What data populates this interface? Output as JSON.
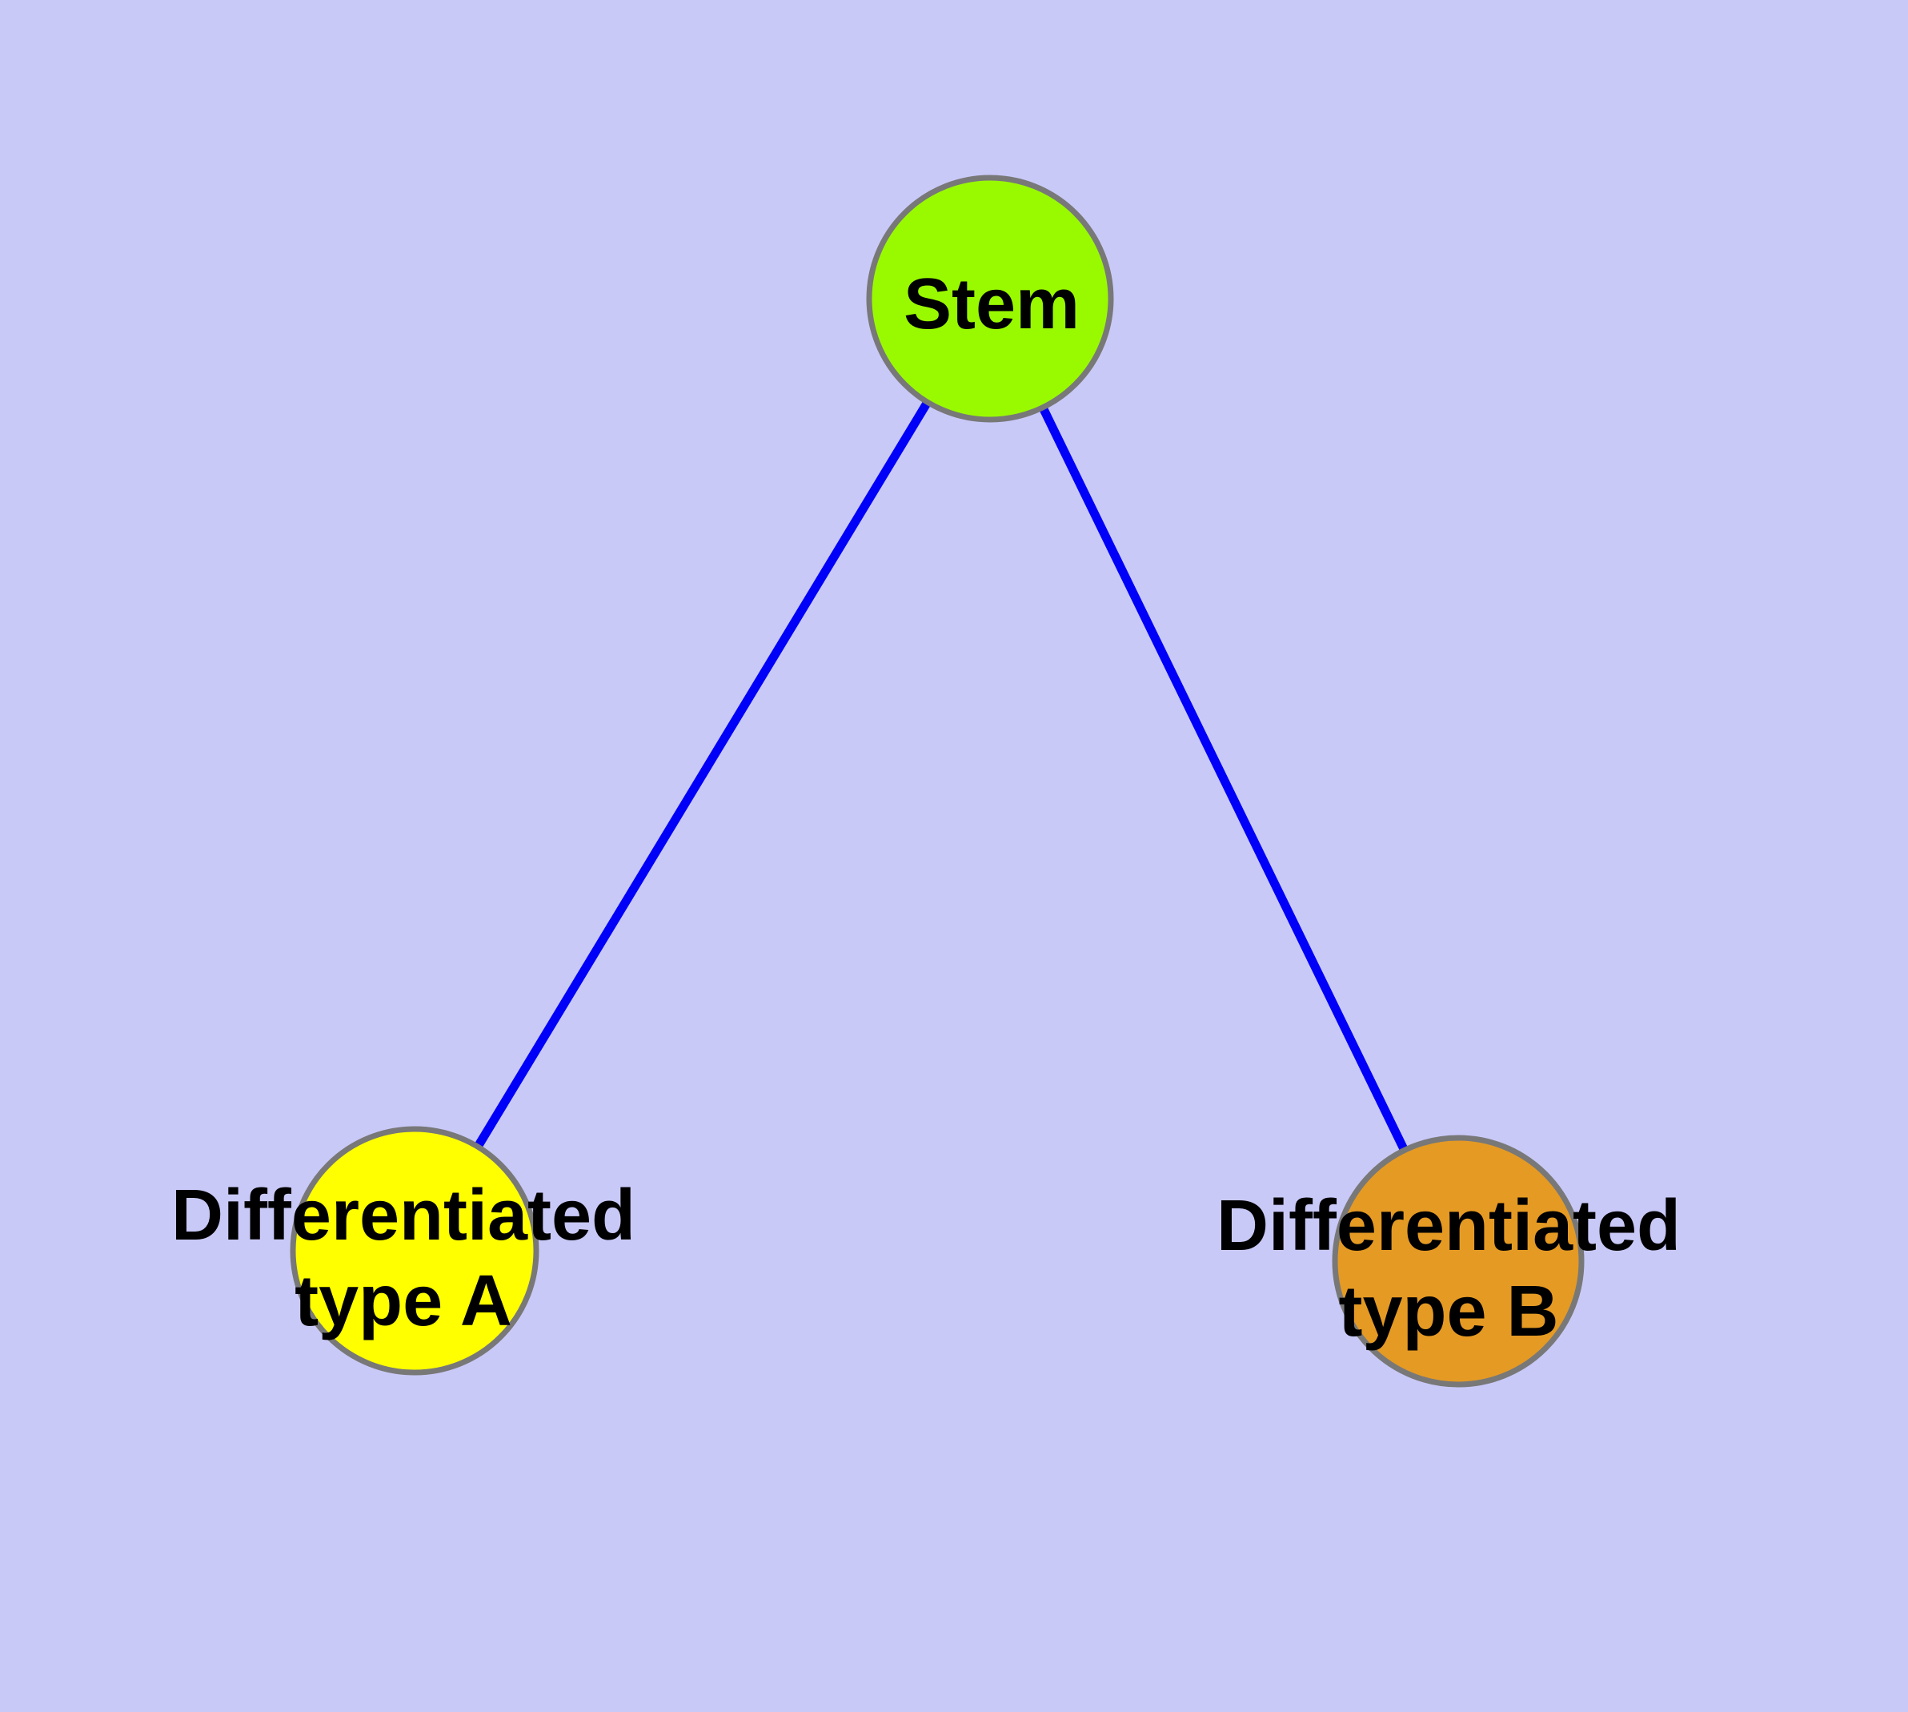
{
  "diagram": {
    "type": "node-link graph",
    "nodes": {
      "stem": {
        "label": "Stem",
        "fill": "#99fa00"
      },
      "type_a": {
        "label_line1": "Differentiated",
        "label_line2": "type A",
        "label_full": "Differentiated type A",
        "fill": "#ffff00"
      },
      "type_b": {
        "label_line1": "Differentiated",
        "label_line2": "type B",
        "label_full": "Differentiated type B",
        "fill": "#e59a24"
      }
    },
    "edges": [
      {
        "from": "Stem",
        "to": "Differentiated type A"
      },
      {
        "from": "Stem",
        "to": "Differentiated type B"
      }
    ],
    "colors": {
      "background": "#c9c9f8",
      "edge": "#0000f8",
      "node_border": "#787878",
      "label_text": "#000000"
    }
  }
}
